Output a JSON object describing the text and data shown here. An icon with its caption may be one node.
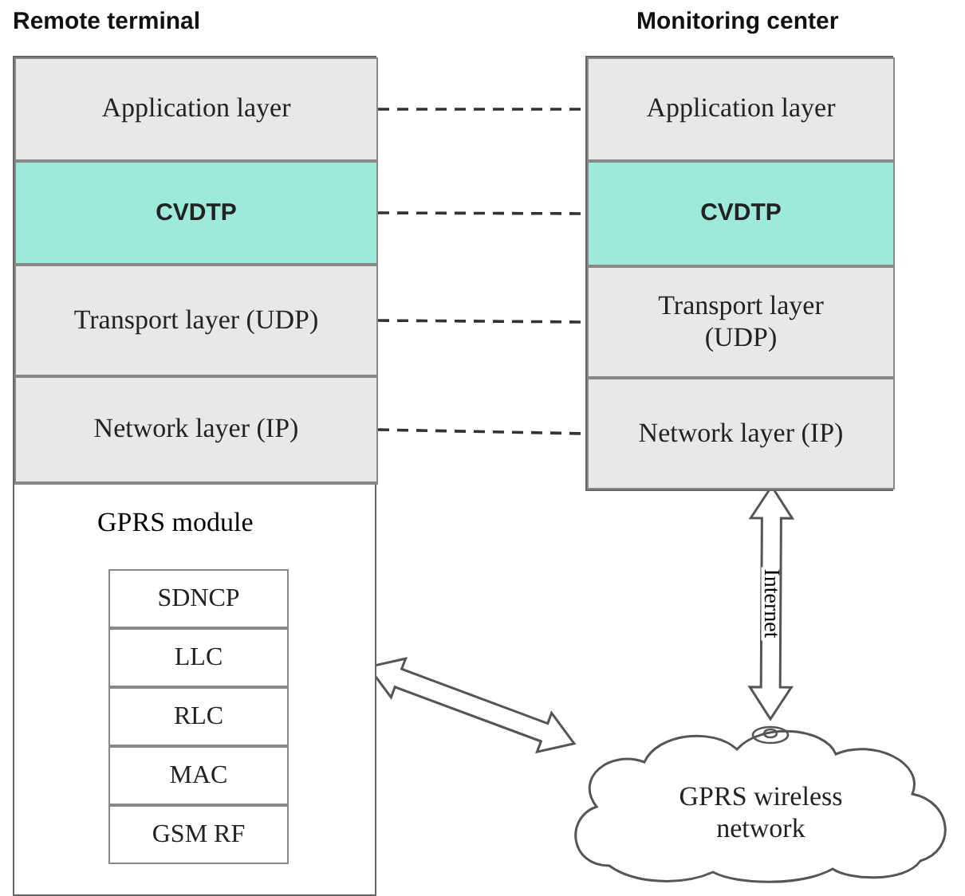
{
  "diagram": {
    "nodes": [
      {
        "text": [
          "Remote terminal"
        ]
      },
      {
        "text": [
          "Application layer"
        ],
        "in": 0
      },
      {
        "text": [
          "CVDTP"
        ],
        "in": 0
      },
      {
        "text": [
          "Transport layer (UDP)"
        ],
        "in": 0
      },
      {
        "text": [
          "Network layer (IP)"
        ],
        "in": 0
      },
      {
        "text": [
          "GPRS module"
        ],
        "in": 0
      },
      {
        "text": [
          "SDNCP"
        ],
        "in": 5
      },
      {
        "text": [
          "LLC"
        ],
        "in": 5
      },
      {
        "text": [
          "RLC"
        ],
        "in": 5
      },
      {
        "text": [
          "MAC"
        ],
        "in": 5
      },
      {
        "text": [
          "GSM RF"
        ],
        "in": 5
      },
      {
        "text": [
          "Monitoring center"
        ]
      },
      {
        "text": [
          "Application layer"
        ],
        "in": 11
      },
      {
        "text": [
          "CVDTP"
        ],
        "in": 11
      },
      {
        "text": [
          "Transport layer (UDP)"
        ],
        "in": 11
      },
      {
        "text": [
          "Network layer (IP)"
        ],
        "in": 11
      },
      {
        "text": [
          "GPRS wireless network"
        ]
      }
    ],
    "edges": [
      {
        "from": 1,
        "to": 12,
        "arrow": "none",
        "style": "dashed"
      },
      {
        "from": 2,
        "to": 13,
        "arrow": "none",
        "style": "dashed"
      },
      {
        "from": 3,
        "to": 14,
        "arrow": "none",
        "style": "dashed"
      },
      {
        "from": 4,
        "to": 15,
        "arrow": "none",
        "style": "dashed"
      },
      {
        "from": 15,
        "to": 16,
        "arrow": "both",
        "label": "Internet",
        "style": "thick"
      },
      {
        "from": 5,
        "to": 16,
        "arrow": "both",
        "style": "thick"
      }
    ]
  }
}
